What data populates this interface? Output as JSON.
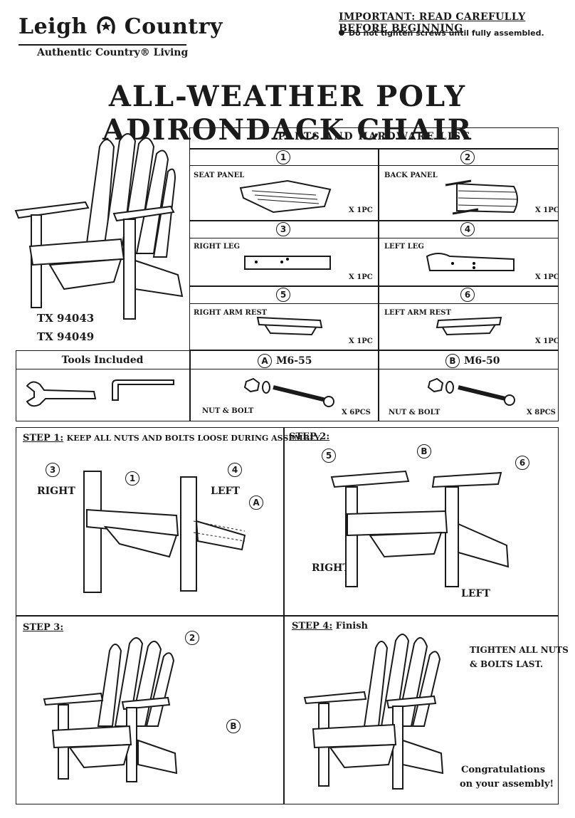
{
  "header": {
    "brand": "Leigh",
    "brand2": "Country",
    "tagline": "Authentic Country® Living",
    "important": "IMPORTANT: READ CAREFULLY BEFORE BEGINNING",
    "note": "Do not tighten screws until fully assembled."
  },
  "title": "ALL-WEATHER POLY ADIRONDACK CHAIR",
  "models": [
    "TX 94043",
    "TX 94049"
  ],
  "parts": {
    "heading": "PARTS AND HARDWARE LIST",
    "items": [
      {
        "num": "1",
        "name": "SEAT PANEL",
        "qty": "X 1PC"
      },
      {
        "num": "2",
        "name": "BACK PANEL",
        "qty": "X 1PC"
      },
      {
        "num": "3",
        "name": "RIGHT LEG",
        "qty": "X 1PC"
      },
      {
        "num": "4",
        "name": "LEFT LEG",
        "qty": "X 1PC"
      },
      {
        "num": "5",
        "name": "RIGHT ARM REST",
        "qty": "X 1PC"
      },
      {
        "num": "6",
        "name": "LEFT ARM REST",
        "qty": "X 1PC"
      }
    ]
  },
  "tools": {
    "heading": "Tools Included"
  },
  "hardware": [
    {
      "letter": "A",
      "size": "M6-55",
      "label": "NUT & BOLT",
      "qty": "X 6PCS"
    },
    {
      "letter": "B",
      "size": "M6-50",
      "label": "NUT & BOLT",
      "qty": "X 8PCS"
    }
  ],
  "steps": {
    "s1": {
      "label": "STEP 1:",
      "text": "KEEP ALL NUTS AND BOLTS LOOSE DURING ASSEMBLY.",
      "right": "RIGHT",
      "left": "LEFT"
    },
    "s2": {
      "label": "STEP 2:",
      "right": "RIGHT",
      "left": "LEFT"
    },
    "s3": {
      "label": "STEP 3:"
    },
    "s4": {
      "label": "STEP 4:",
      "text": "Finish",
      "tighten1": "TIGHTEN ALL NUTS",
      "tighten2": "& BOLTS LAST.",
      "congrats1": "Congratulations",
      "congrats2": "on your assembly!"
    }
  },
  "callouts": {
    "n1": "1",
    "n2": "2",
    "n3": "3",
    "n4": "4",
    "n5": "5",
    "n6": "6",
    "a": "A",
    "b": "B"
  }
}
